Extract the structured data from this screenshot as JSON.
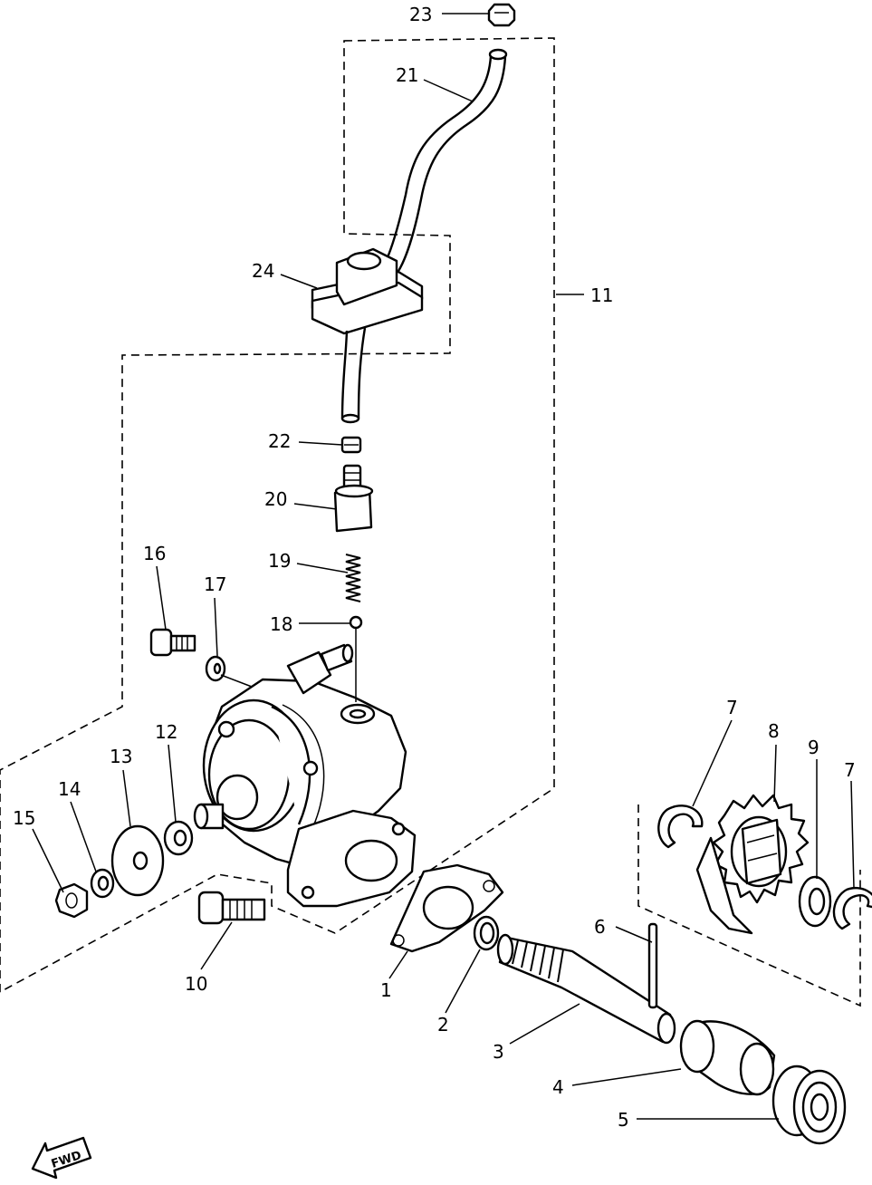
{
  "callouts": {
    "c1": "1",
    "c2": "2",
    "c3": "3",
    "c4": "4",
    "c5": "5",
    "c6": "6",
    "c7a": "7",
    "c7b": "7",
    "c8": "8",
    "c9": "9",
    "c10": "10",
    "c11": "11",
    "c12": "12",
    "c13": "13",
    "c14": "14",
    "c15": "15",
    "c16": "16",
    "c17": "17",
    "c18": "18",
    "c19": "19",
    "c20": "20",
    "c21": "21",
    "c22": "22",
    "c23": "23",
    "c24": "24"
  },
  "fwd_label": "FWD"
}
